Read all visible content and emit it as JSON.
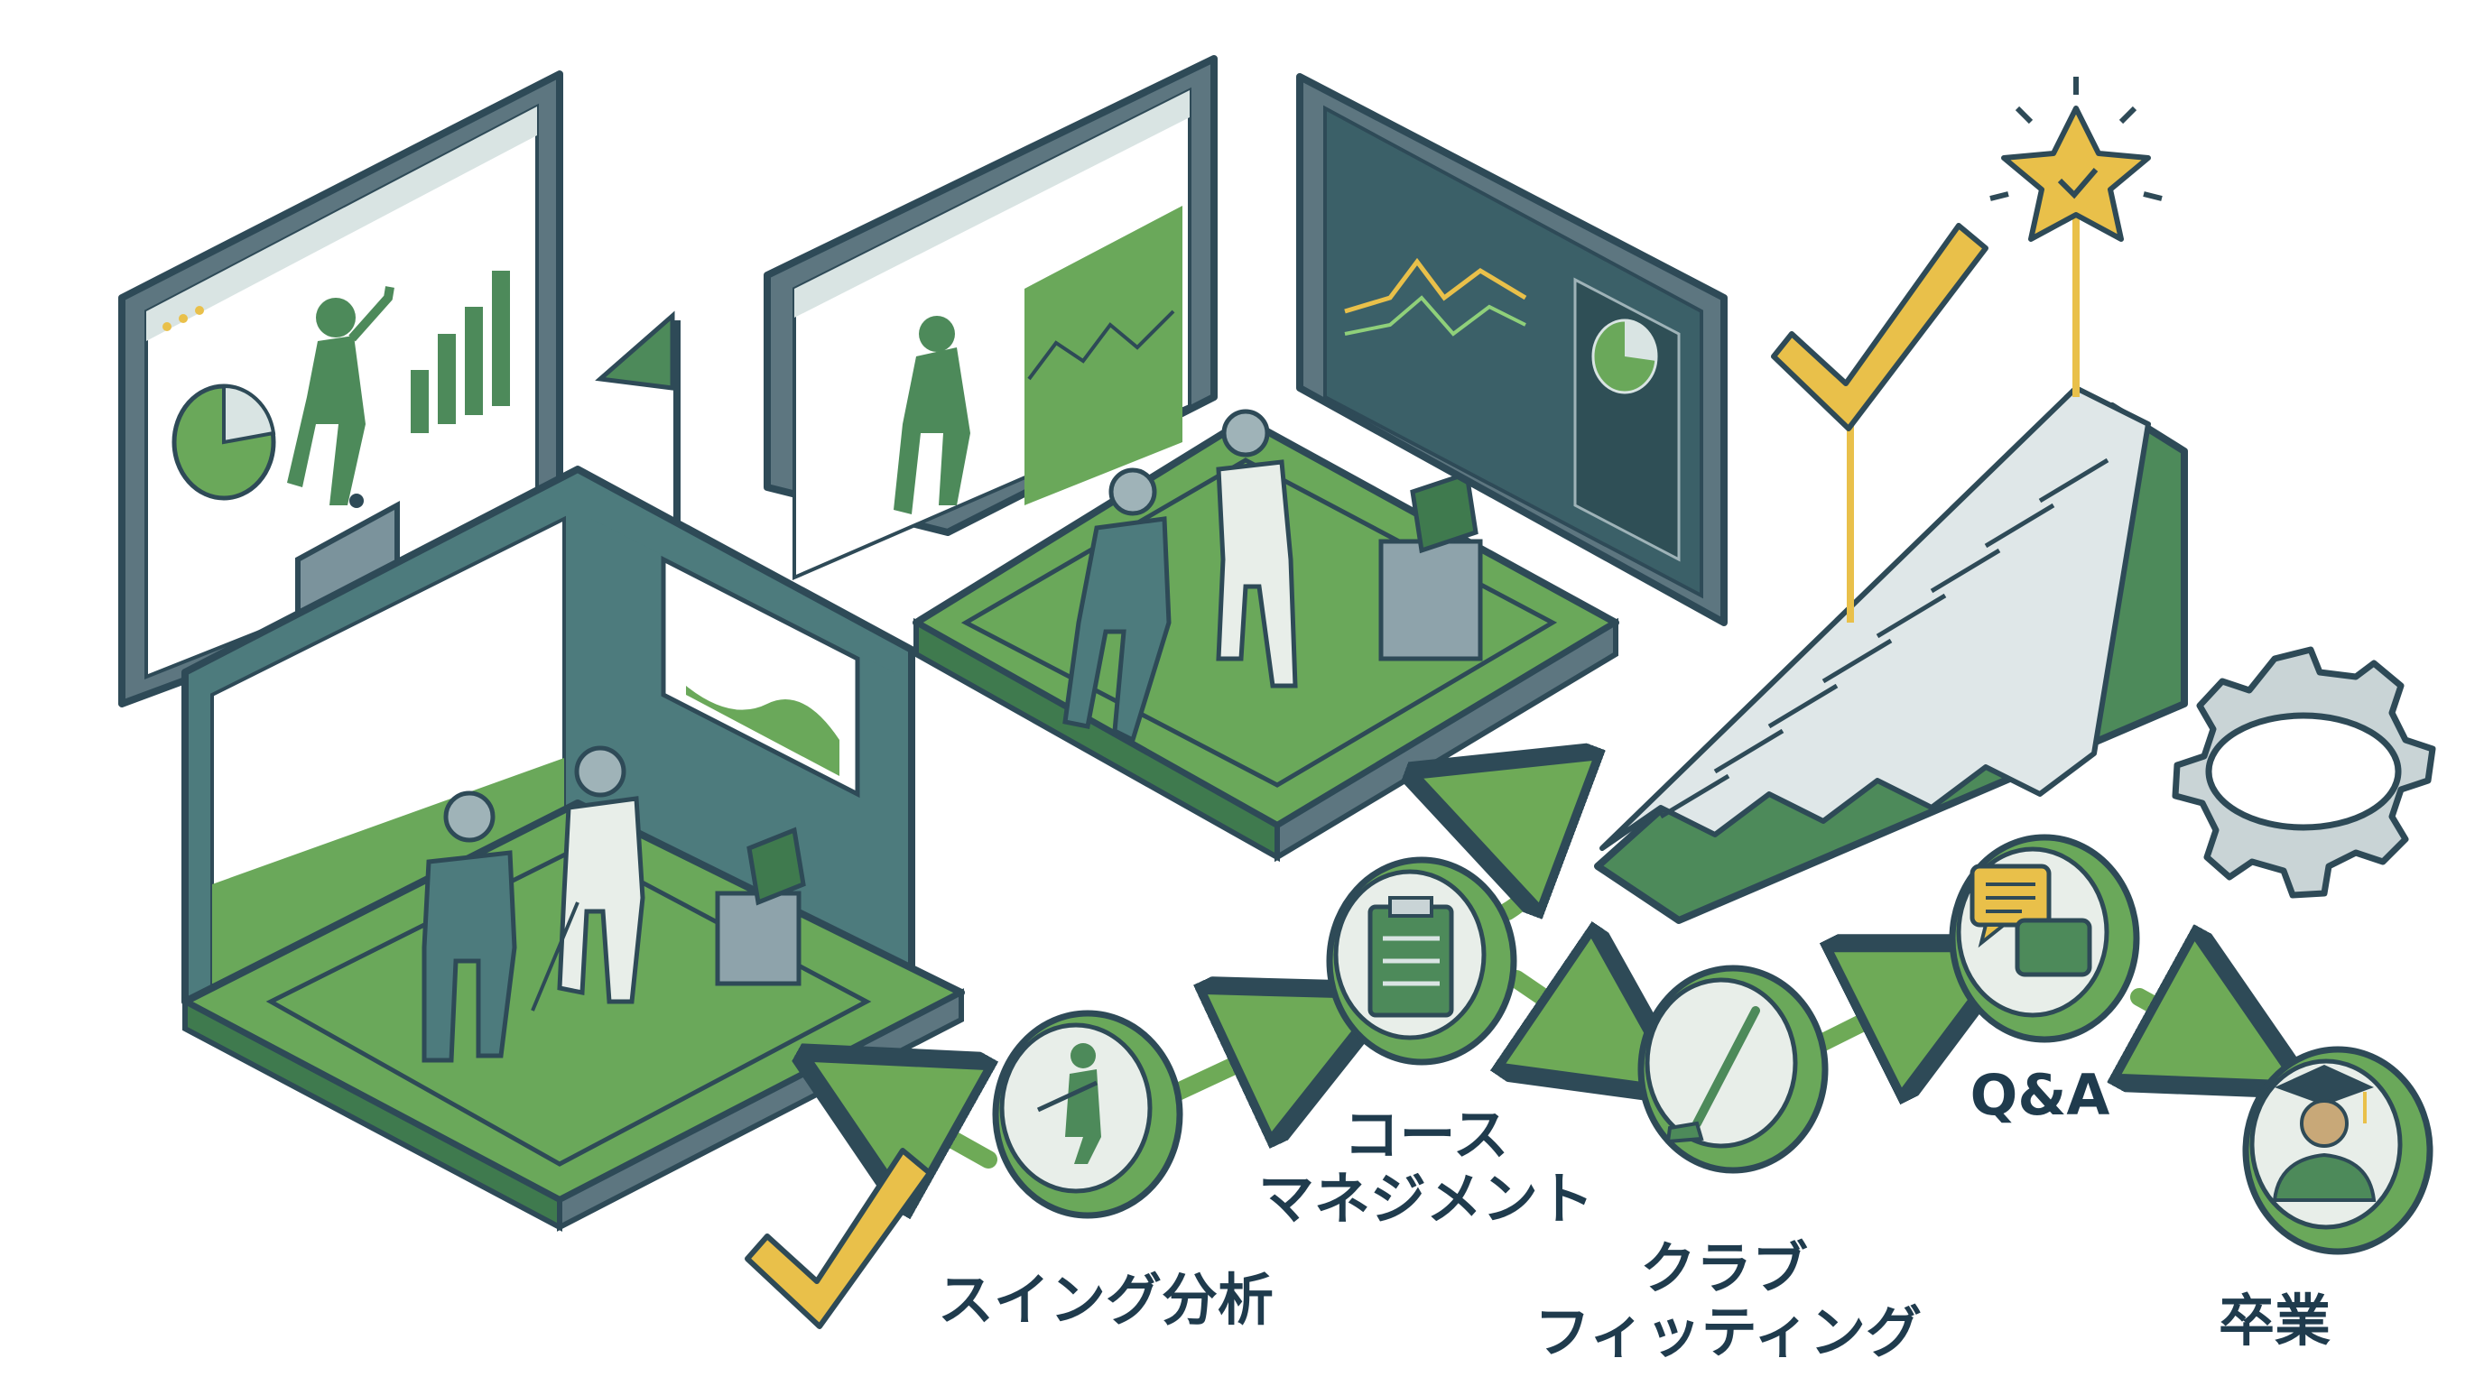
{
  "steps": [
    {
      "id": "swing",
      "label": "スイング分析",
      "icon": "golfer-icon"
    },
    {
      "id": "course",
      "label": "コース\nマネジメント",
      "icon": "clipboard-icon"
    },
    {
      "id": "fitting",
      "label": "クラブ\nフィッティング",
      "icon": "golf-club-icon"
    },
    {
      "id": "qa",
      "label": "Q&A",
      "icon": "chat-bubbles-icon"
    },
    {
      "id": "grad",
      "label": "卒業",
      "icon": "graduate-icon"
    }
  ],
  "colors": {
    "outline": "#2e4a57",
    "screen_frame": "#6f8a94",
    "green_floor": "#6aa85a",
    "green_dark": "#3f7a4e",
    "teal_wall": "#4d7b7d",
    "arrow": "#6eaa57",
    "gold": "#e9c04a"
  }
}
